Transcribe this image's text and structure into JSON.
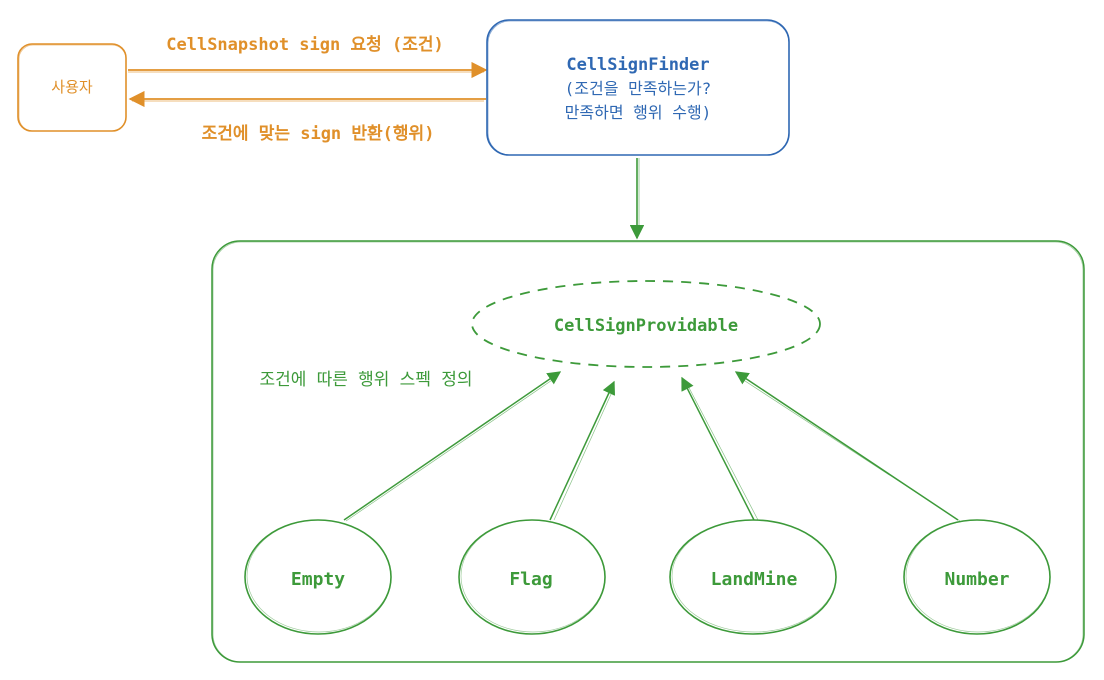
{
  "nodes": {
    "user": {
      "label": "사용자"
    },
    "finder": {
      "lines": [
        "CellSignFinder",
        "(조건을 만족하는가?",
        "만족하면 행위 수행)"
      ]
    },
    "provider": {
      "label": "CellSignProvidable"
    },
    "children": [
      {
        "label": "Empty"
      },
      {
        "label": "Flag"
      },
      {
        "label": "LandMine"
      },
      {
        "label": "Number"
      }
    ]
  },
  "edges": {
    "request_label": "CellSnapshot sign 요청 (조건)",
    "response_label": "조건에 맞는 sign 반환(행위)"
  },
  "container": {
    "note": "조건에 따른 행위 스펙 정의"
  },
  "colors": {
    "orange": "#e0902a",
    "blue": "#2f68b3",
    "green": "#3d9a3a"
  }
}
